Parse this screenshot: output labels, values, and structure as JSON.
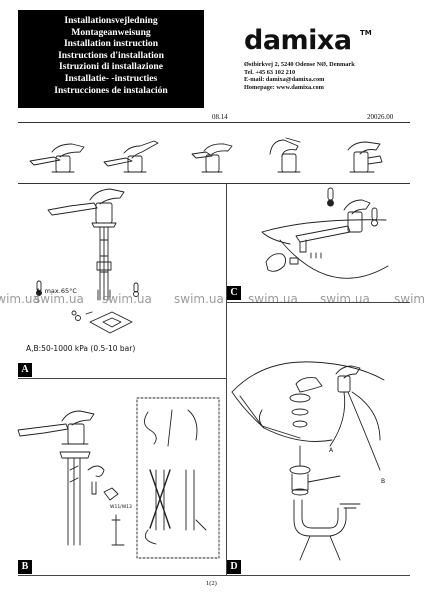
{
  "header": {
    "titles": [
      "Installationsvejledning",
      "Montageanweisung",
      "Installation instruction",
      "Instructions d'installation",
      "Istruzioni di installazione",
      "Installatie- -instructies",
      "Instrucciones de instalación"
    ],
    "brand": "damixa",
    "brand_tm": "TM",
    "contact": [
      "Østbirkvej 2, 5240 Odense NØ, Denmark",
      "Tel. +45 63 102 210",
      "E-mail: damixa@damixa.com",
      "Homepage: www.damixa.com"
    ],
    "date": "08.14",
    "doc_number": "20026.00"
  },
  "sections": {
    "a": {
      "marker": "A",
      "temp_label": "A:  max.65°C",
      "pressure_label": "A,B:50-1000  kPa  (0.5-10  bar)"
    },
    "b": {
      "marker": "B",
      "wrench_label": "W11/W13"
    },
    "c": {
      "marker": "C"
    },
    "d": {
      "marker": "D",
      "hose_a_label": "A",
      "hose_b_label": "B"
    }
  },
  "watermark": {
    "text": "swim.ua"
  },
  "footer": {
    "page": "1(2)"
  }
}
